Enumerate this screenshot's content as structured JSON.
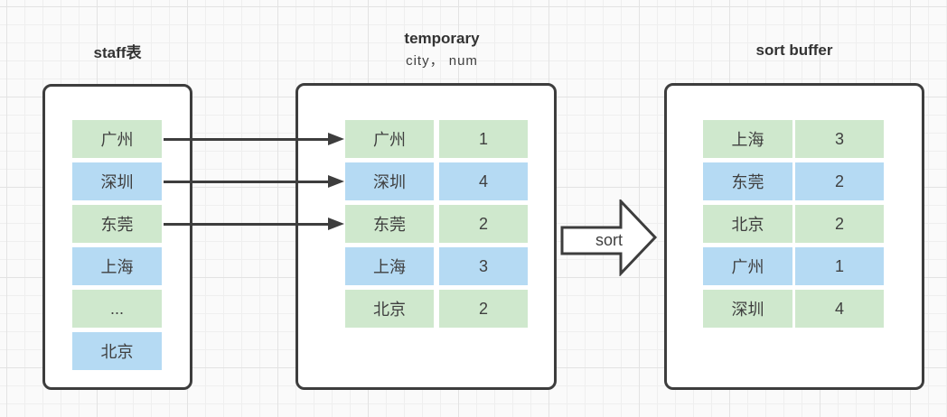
{
  "staff": {
    "title": "staff表",
    "rows": [
      {
        "label": "广州",
        "color": "green"
      },
      {
        "label": "深圳",
        "color": "blue"
      },
      {
        "label": "东莞",
        "color": "green"
      },
      {
        "label": "上海",
        "color": "blue"
      },
      {
        "label": "...",
        "color": "green"
      },
      {
        "label": "北京",
        "color": "blue"
      }
    ]
  },
  "temporary": {
    "title": "temporary",
    "subtitle": "city， num",
    "rows": [
      {
        "city": "广州",
        "num": "1",
        "color": "green"
      },
      {
        "city": "深圳",
        "num": "4",
        "color": "blue"
      },
      {
        "city": "东莞",
        "num": "2",
        "color": "green"
      },
      {
        "city": "上海",
        "num": "3",
        "color": "blue"
      },
      {
        "city": "北京",
        "num": "2",
        "color": "green"
      }
    ]
  },
  "sort_buffer": {
    "title": "sort buffer",
    "rows": [
      {
        "city": "上海",
        "num": "3",
        "color": "green"
      },
      {
        "city": "东莞",
        "num": "2",
        "color": "blue"
      },
      {
        "city": "北京",
        "num": "2",
        "color": "green"
      },
      {
        "city": "广州",
        "num": "1",
        "color": "blue"
      },
      {
        "city": "深圳",
        "num": "4",
        "color": "green"
      }
    ]
  },
  "mapping_arrows": [
    {
      "from": "广州"
    },
    {
      "from": "深圳"
    },
    {
      "from": "东莞"
    }
  ],
  "sort_arrow": {
    "label": "sort"
  },
  "colors": {
    "cell_green": "#cfe8cd",
    "cell_blue": "#b5daf3",
    "stroke": "#3d3d3d",
    "text": "#3f3f3f"
  }
}
